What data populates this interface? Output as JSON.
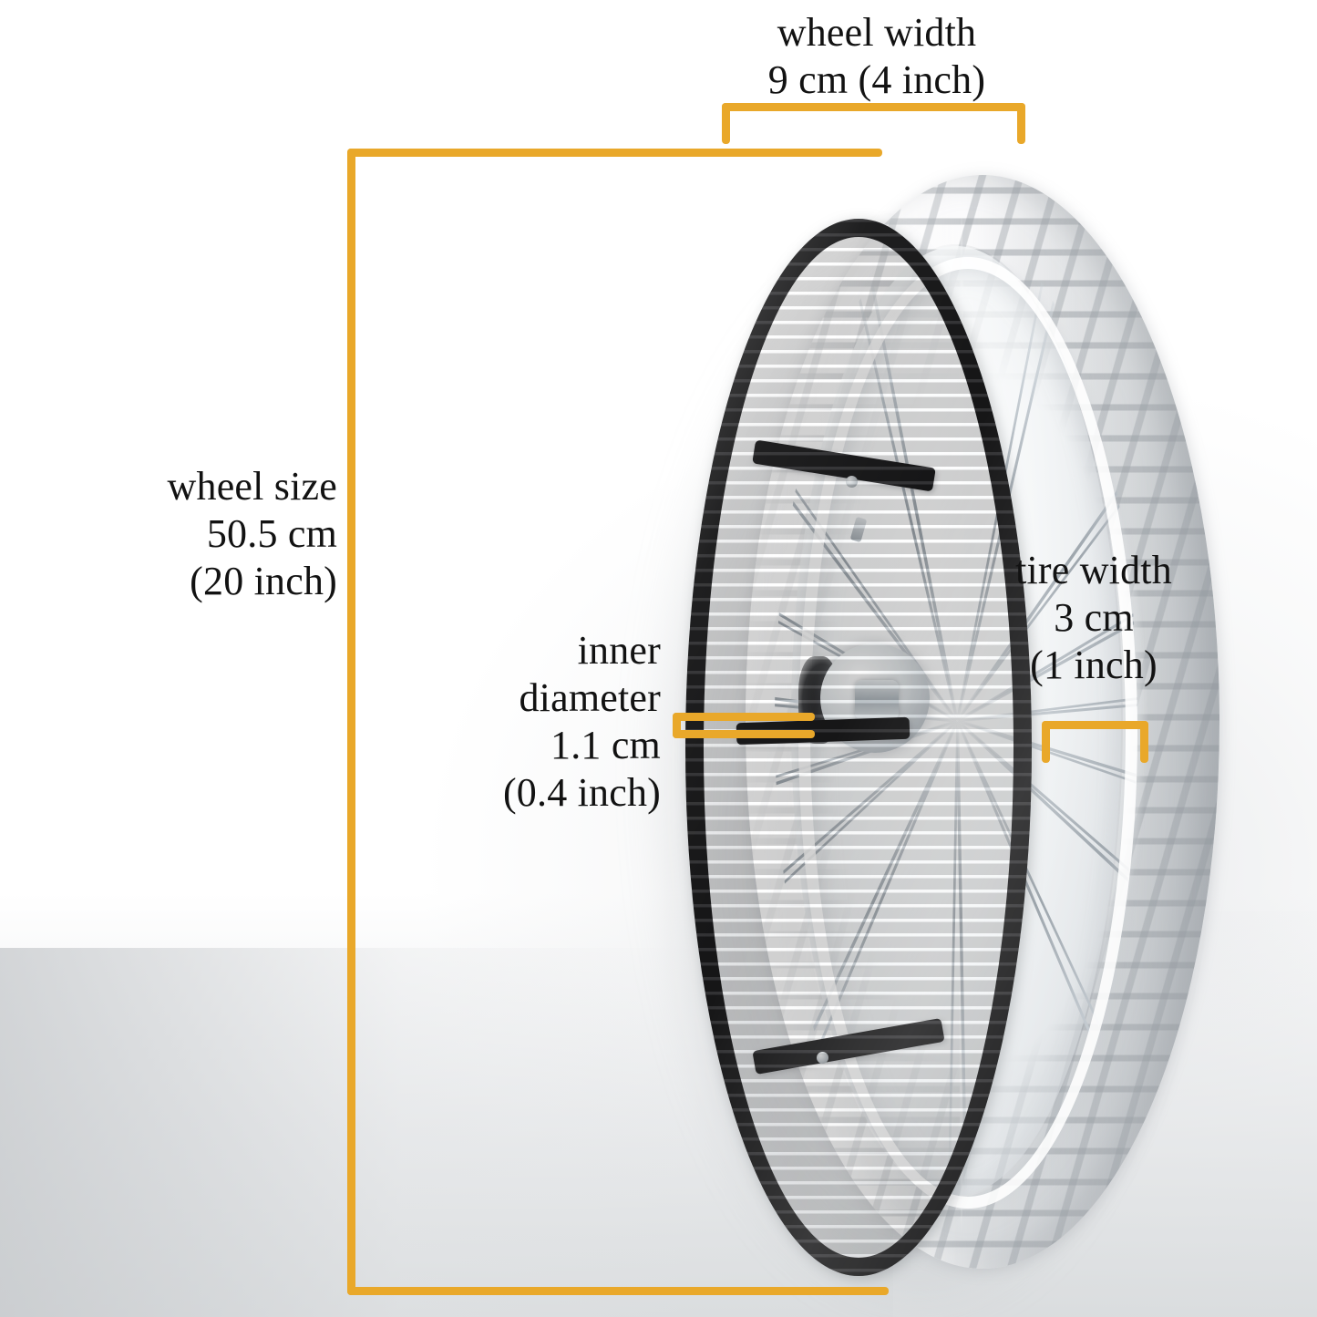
{
  "image": {
    "subject": "wheelchair-wheel-dimension-diagram",
    "background_color": "#ffffff",
    "annotation_color": "#e9a82a",
    "text_color": "#121212"
  },
  "annotations": {
    "wheel_width": {
      "name": "wheel width",
      "line1": "wheel width",
      "line2": "9 cm (4 inch)",
      "value_cm": "9 cm",
      "value_inch": "(4 inch)"
    },
    "wheel_size": {
      "name": "wheel size",
      "line1": "wheel size",
      "line2": "50.5 cm",
      "line3": "(20 inch)",
      "value_cm": "50.5 cm",
      "value_inch": "(20 inch)"
    },
    "inner_diameter": {
      "name": "inner diameter",
      "line1": "inner",
      "line2": "diameter",
      "line3": "1.1 cm",
      "line4": "(0.4 inch)",
      "value_cm": "1.1 cm",
      "value_inch": "(0.4 inch)"
    },
    "tire_width": {
      "name": "tire width",
      "line1": "tire width",
      "line2": "3 cm",
      "line3": "(1 inch)",
      "value_cm": "3 cm",
      "value_inch": "(1 inch)"
    }
  }
}
